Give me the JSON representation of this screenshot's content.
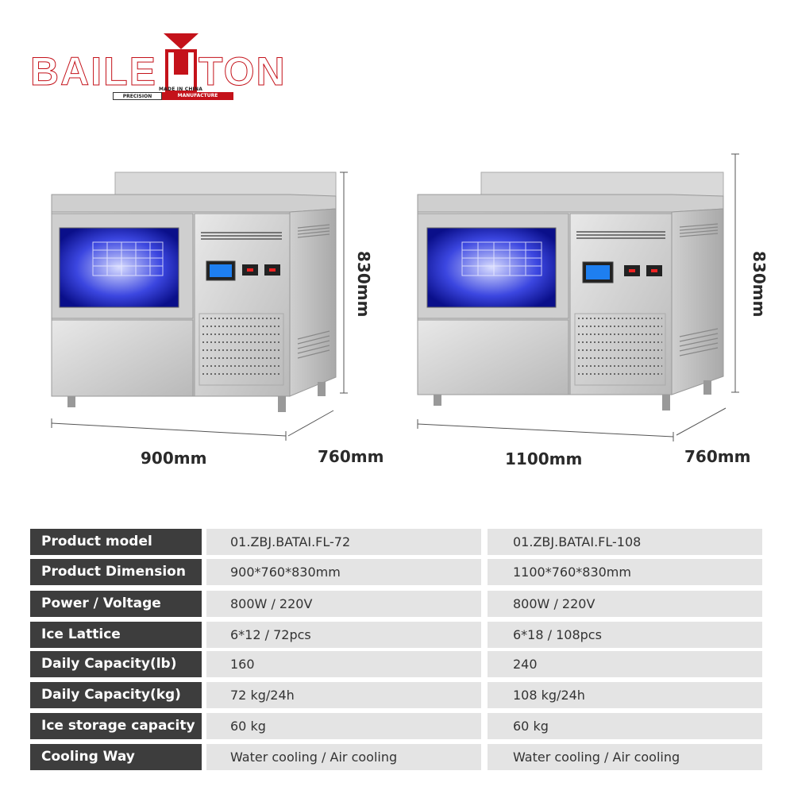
{
  "logo": {
    "brand_left": "BAILE",
    "brand_right": "TON",
    "made_in": "MADE IN CHINA",
    "precision": "PRECISION",
    "manufacture": "MANUFACTURE",
    "brand_color": "#c4121a"
  },
  "machines": [
    {
      "width_label": "900mm",
      "depth_label": "760mm",
      "height_label": "830mm"
    },
    {
      "width_label": "1100mm",
      "depth_label": "760mm",
      "height_label": "830mm"
    }
  ],
  "specs": {
    "rows": [
      {
        "label": "Product model",
        "model_a": "01.ZBJ.BATAI.FL-72",
        "model_b": "01.ZBJ.BATAI.FL-108"
      },
      {
        "label": "Product Dimension",
        "model_a": "900*760*830mm",
        "model_b": "1100*760*830mm"
      },
      {
        "label": "Power / Voltage",
        "model_a": "800W / 220V",
        "model_b": "800W / 220V"
      },
      {
        "label": "Ice Lattice",
        "model_a": "6*12 / 72pcs",
        "model_b": "6*18 / 108pcs"
      },
      {
        "label": "Daily Capacity(lb)",
        "model_a": "160",
        "model_b": "240"
      },
      {
        "label": "Daily Capacity(kg)",
        "model_a": "72 kg/24h",
        "model_b": "108 kg/24h"
      },
      {
        "label": "Ice storage capacity",
        "model_a": "60 kg",
        "model_b": "60 kg"
      },
      {
        "label": "Cooling Way",
        "model_a": "Water cooling / Air cooling",
        "model_b": "Water cooling / Air cooling"
      }
    ]
  }
}
